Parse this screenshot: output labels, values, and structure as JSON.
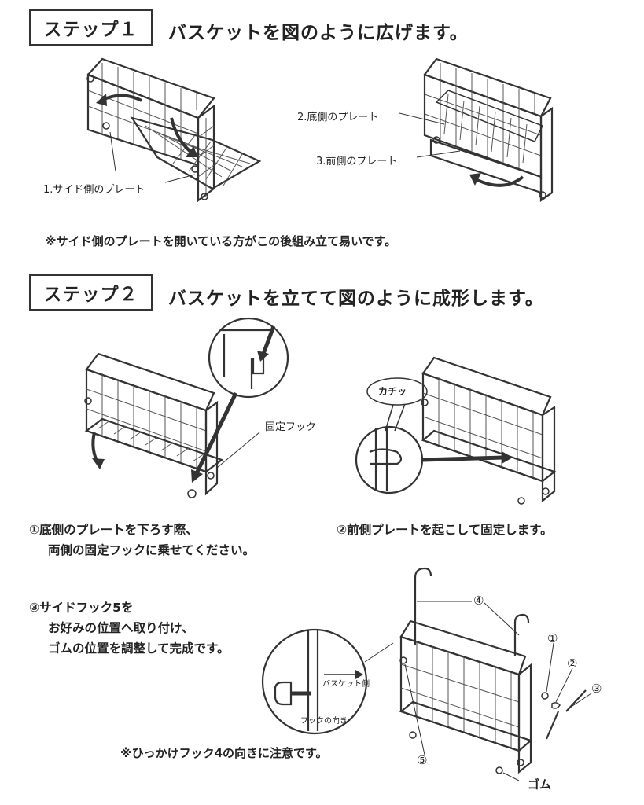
{
  "step1": {
    "label": "ステップ１",
    "title": "バスケットを図のように広げます。",
    "callout_side": "1.サイド側のプレート",
    "callout_bottom": "2.底側のプレート",
    "callout_front": "3.前側のプレート",
    "note": "※サイド側のプレートを開いている方がこの後組み立て易いです。"
  },
  "step2": {
    "label": "ステップ２",
    "title": "バスケットを立てて図のように成形します。",
    "hook_label": "固定フック",
    "click_label": "カチッ",
    "instr1_line1": "①底側のプレートを下ろす際、",
    "instr1_line2": "両側の固定フックに乗せてください。",
    "instr2": "②前側プレートを起こして固定します。",
    "instr3_line1": "③サイドフック5を",
    "instr3_line2": "お好みの位置へ取り付け、",
    "instr3_line3": "ゴムの位置を調整して完成です。",
    "detail_basket_side": "バスケット側",
    "detail_hook_dir": "フックの向き",
    "note": "※ひっかけフック4の向きに注意です。",
    "part_numbers": [
      "④",
      "①",
      "②",
      "③",
      "⑤"
    ],
    "rubber_label": "ゴム"
  }
}
